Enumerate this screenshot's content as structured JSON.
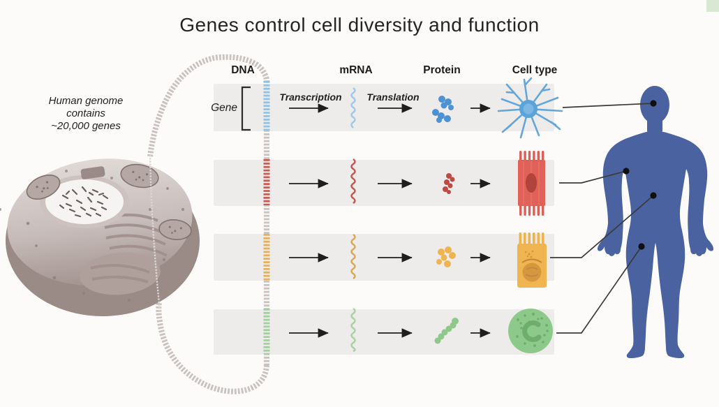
{
  "title": "Genes control cell diversity and function",
  "left_note": {
    "line1": "Human genome",
    "line2": "contains",
    "line3": "~20,000 genes"
  },
  "gene_label": "Gene",
  "column_headers": {
    "dna": "DNA",
    "mrna": "mRNA",
    "protein": "Protein",
    "cell_type": "Cell type"
  },
  "process_labels": {
    "transcription": "Transcription",
    "translation": "Translation"
  },
  "rows": [
    {
      "cell_type": "neuron",
      "color": "#5ca3da",
      "body_target": "brain"
    },
    {
      "cell_type": "muscle-cell",
      "color": "#df6057",
      "body_target": "arm-muscle"
    },
    {
      "cell_type": "intestinal-epithelial-cell",
      "color": "#f0b550",
      "body_target": "abdomen"
    },
    {
      "cell_type": "white-blood-cell",
      "color": "#8dc98a",
      "body_target": "thigh"
    }
  ],
  "icons": [
    "cell-cutaway-illustration",
    "dna-loop",
    "gene-segment",
    "mrna-squiggle",
    "protein-blob",
    "neuron-icon",
    "muscle-cell-icon",
    "epithelial-cell-icon",
    "white-blood-cell-icon",
    "human-body-silhouette"
  ],
  "palette": {
    "background": "#fcfbfa",
    "ink": "#242424",
    "row_band": "#e9e7e5",
    "dna_gray": "#c9c2bf",
    "blue": "#90c2e6",
    "red": "#cd5a54",
    "yellow": "#e7b058",
    "green": "#a3cf9e",
    "body_blue": "#4a63a0",
    "connector": "#3a3a3a"
  }
}
